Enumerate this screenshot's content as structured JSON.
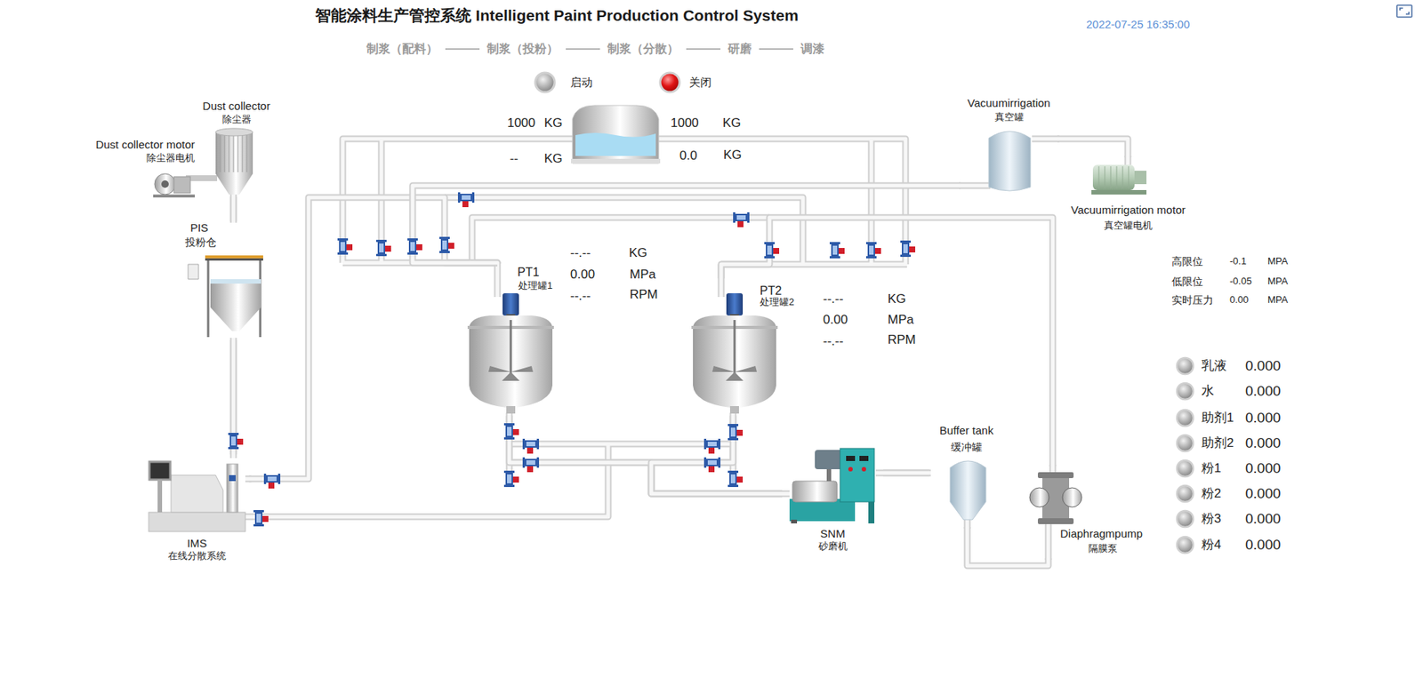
{
  "diagram": {
    "title": "智能涂料生产管控系统 Intelligent Paint Production Control System",
    "nodes": [
      {
        "text": [
          "Dust collector",
          "除尘器"
        ]
      },
      {
        "text": [
          "Dust collector motor",
          "除尘器电机"
        ]
      },
      {
        "text": [
          "Vacuumirrigation",
          "真空罐"
        ]
      },
      {
        "text": [
          "Vacuumirrigation motor",
          "真空罐电机"
        ]
      },
      {
        "text": [
          "PIS",
          "投粉仓"
        ]
      },
      {
        "text": [
          "PT1",
          "处理罐1"
        ]
      },
      {
        "text": [
          "PT2",
          "处理罐2"
        ]
      },
      {
        "text": [
          "Buffer tank",
          "缓冲罐"
        ]
      },
      {
        "text": [
          "IMS",
          "在线分散系统"
        ]
      },
      {
        "text": [
          "SNM",
          "砂磨机"
        ]
      },
      {
        "text": [
          "Diaphragmpump",
          "隔膜泵"
        ]
      }
    ],
    "edges": [
      {
        "from": 0,
        "to": 4,
        "arrow": "none"
      },
      {
        "from": 4,
        "to": 8,
        "arrow": "none"
      },
      {
        "from": 2,
        "to": 3,
        "arrow": "none"
      },
      {
        "from": 8,
        "to": 5,
        "arrow": "none"
      },
      {
        "from": 5,
        "to": 9,
        "arrow": "none"
      },
      {
        "from": 6,
        "to": 9,
        "arrow": "none"
      },
      {
        "from": 9,
        "to": 7,
        "arrow": "none"
      },
      {
        "from": 7,
        "to": 10,
        "arrow": "none"
      },
      {
        "from": 10,
        "to": 6,
        "arrow": "none"
      },
      {
        "from": 2,
        "to": 5,
        "arrow": "none"
      }
    ],
    "labels": [
      "2022-07-25 16:35:00",
      "制浆（配料）",
      "制浆（投粉）",
      "制浆（分散）",
      "研磨",
      "调漆",
      "启动",
      "关闭",
      "1000",
      "KG",
      "1000",
      "KG",
      "--",
      "KG",
      "0.0",
      "KG",
      "高限位",
      "-0.1",
      "MPA",
      "低限位",
      "-0.05",
      "MPA",
      "实时压力",
      "0.00",
      "MPA",
      "--.--",
      "KG",
      "0.00",
      "MPa",
      "--.--",
      "RPM",
      "--.--",
      "KG",
      "0.00",
      "MPa",
      "--.--",
      "RPM",
      "乳液",
      "0.000",
      "水",
      "0.000",
      "助剂1",
      "0.000",
      "助剂2",
      "0.000",
      "粉1",
      "0.000",
      "粉2",
      "0.000",
      "粉3",
      "0.000",
      "粉4",
      "0.000"
    ]
  }
}
